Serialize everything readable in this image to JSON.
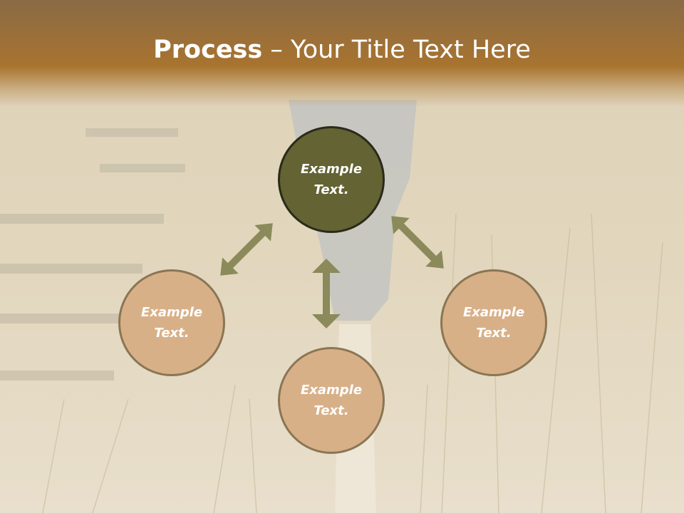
{
  "title": {
    "bold": "Process",
    "rest": " – Your Title Text Here"
  },
  "nodes": [
    {
      "id": "top",
      "label": "Example Text.",
      "style": "dark"
    },
    {
      "id": "left",
      "label": "Example Text.",
      "style": "light"
    },
    {
      "id": "right",
      "label": "Example Text.",
      "style": "light"
    },
    {
      "id": "bottom",
      "label": "Example Text.",
      "style": "light"
    }
  ],
  "colors": {
    "title_bar": "#a8742f",
    "dark_node": "#636333",
    "light_node": "#d8b088",
    "arrow": "#8a8a5a"
  }
}
